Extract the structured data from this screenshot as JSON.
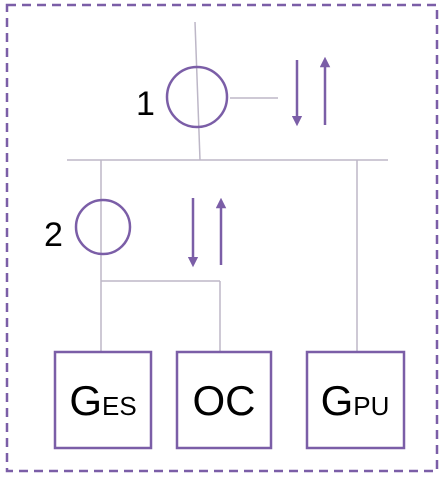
{
  "colors": {
    "accent": "#7b5ea7",
    "wire": "#bdb7c7",
    "text": "#000000"
  },
  "transformers": [
    {
      "label": "1"
    },
    {
      "label": "2"
    }
  ],
  "blocks": [
    {
      "main": "G",
      "sub": "ES"
    },
    {
      "main": "OC",
      "sub": ""
    },
    {
      "main": "G",
      "sub": "PU"
    }
  ],
  "arrows": [
    {
      "directions": [
        "down",
        "up"
      ]
    },
    {
      "directions": [
        "down",
        "up"
      ]
    }
  ]
}
